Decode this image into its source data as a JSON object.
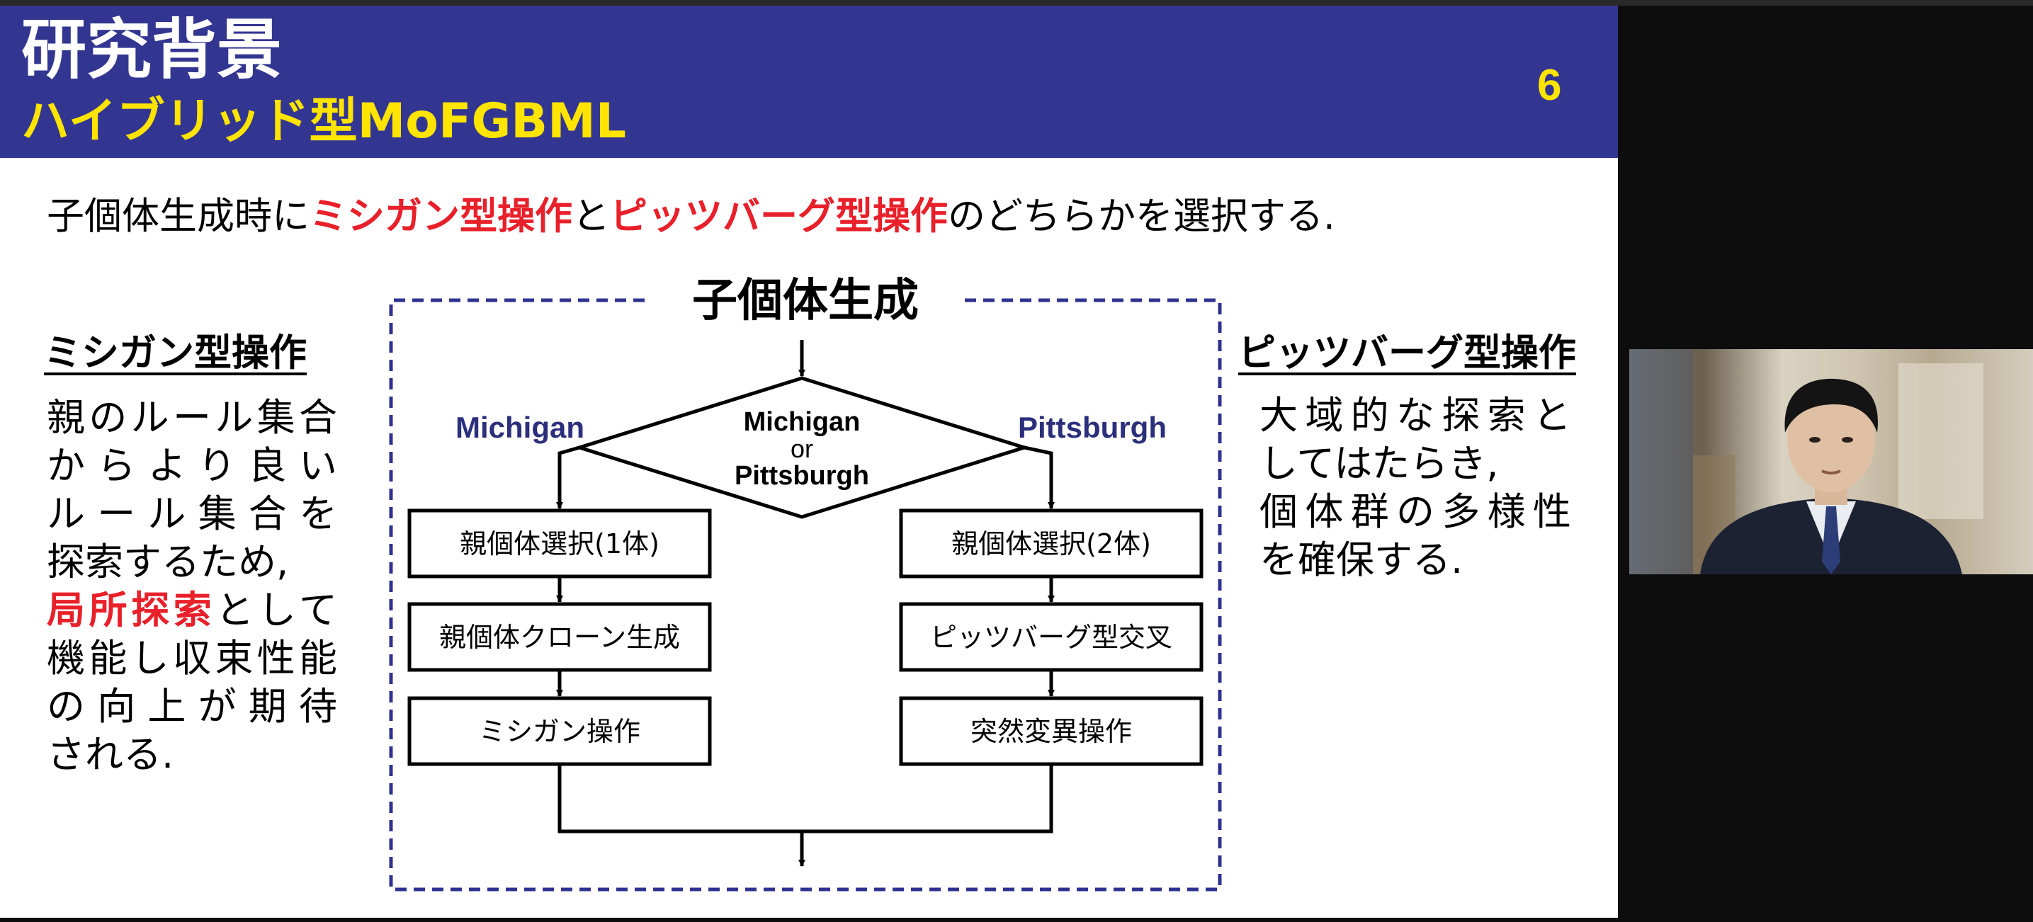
{
  "slide": {
    "title": "研究背景",
    "subtitle": "ハイブリッド型MoFGBML",
    "page_number": "6",
    "intro": {
      "p1": "子個体生成時に",
      "r1": "ミシガン型操作",
      "p2": "と",
      "r2": "ピッツバーグ型操作",
      "p3": "のどちらかを選択する."
    },
    "left": {
      "heading": "ミシガン型操作",
      "lines": [
        "親のルール集合",
        "からより良い",
        "ルール集合を",
        "探索するため,"
      ],
      "highlight": "局所探索",
      "after_highlight": "として",
      "lines_end": [
        "機能し収束性能",
        "の向上が期待",
        "される."
      ]
    },
    "right": {
      "heading": "ピッツバーグ型操作",
      "lines": [
        "大域的な探索と",
        "してはたらき,",
        "個体群の多様性",
        "を確保する."
      ]
    },
    "flowchart": {
      "title": "子個体生成",
      "decision": [
        "Michigan",
        "or",
        "Pittsburgh"
      ],
      "left_branch": "Michigan",
      "right_branch": "Pittsburgh",
      "left_steps": [
        "親個体選択(1体)",
        "親個体クローン生成",
        "ミシガン操作"
      ],
      "right_steps": [
        "親個体選択(2体)",
        "ピッツバーグ型交叉",
        "突然変異操作"
      ]
    }
  },
  "colors": {
    "header": "#333691",
    "title_text": "#ffffff",
    "subtitle_text": "#ffe400",
    "highlight": "#e8202a",
    "branch_label": "#2b2f7c",
    "frame": "#2f3190"
  },
  "camera": {
    "icon": "webcam-feed-icon"
  }
}
